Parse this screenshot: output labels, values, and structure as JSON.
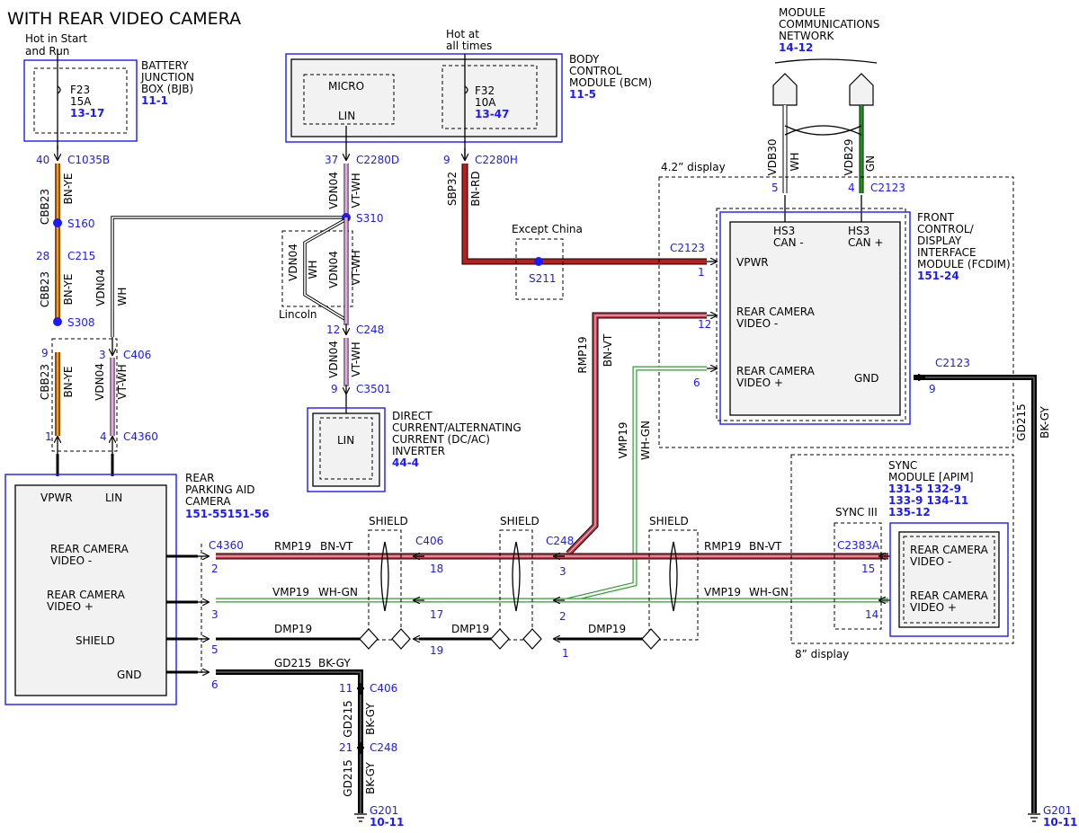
{
  "title": "WITH REAR VIDEO CAMERA",
  "bjb": {
    "supply": [
      "Hot in Start",
      "and Run"
    ],
    "fuse": "F23",
    "amp": "15A",
    "fuse_ref": "13-17",
    "label": [
      "BATTERY",
      "JUNCTION",
      "BOX (BJB)"
    ],
    "ref": "11-1"
  },
  "bcm": {
    "supply": [
      "Hot at",
      "all times"
    ],
    "micro": "MICRO",
    "lin": "LIN",
    "fuse": "F32",
    "amp": "10A",
    "fuse_ref": "13-47",
    "label": [
      "BODY",
      "CONTROL",
      "MODULE (BCM)"
    ],
    "ref": "11-5"
  },
  "network": {
    "label": [
      "MODULE",
      "COMMUNICATIONS",
      "NETWORK"
    ],
    "ref": "14-12"
  },
  "fcdim": {
    "display": "4.2” display",
    "label": [
      "FRONT",
      "CONTROL/",
      "DISPLAY",
      "INTERFACE",
      "MODULE (FCDIM)"
    ],
    "ref": "151-24",
    "can_minus": [
      "HS3",
      "CAN -"
    ],
    "can_plus": [
      "HS3",
      "CAN +"
    ],
    "vpwr": "VPWR",
    "video_minus": [
      "REAR CAMERA",
      "VIDEO -"
    ],
    "video_plus": [
      "REAR CAMERA",
      "VIDEO +"
    ],
    "gnd": "GND"
  },
  "inverter": {
    "lin": "LIN",
    "label": [
      "DIRECT",
      "CURRENT/ALTERNATING",
      "CURRENT (DC/AC)",
      "INVERTER"
    ],
    "ref": "44-4"
  },
  "camera": {
    "label": [
      "REAR",
      "PARKING AID",
      "CAMERA"
    ],
    "ref": "151-55151-56",
    "vpwr": "VPWR",
    "lin": "LIN",
    "video_minus": [
      "REAR CAMERA",
      "VIDEO -"
    ],
    "video_plus": [
      "REAR CAMERA",
      "VIDEO +"
    ],
    "shield": "SHIELD",
    "gnd": "GND"
  },
  "sync": {
    "label": [
      "SYNC",
      "MODULE [APIM]"
    ],
    "refs": [
      "131-5 132-9",
      "133-9 134-11",
      "135-12"
    ],
    "sub": "SYNC III",
    "display": "8” display",
    "video_minus": [
      "REAR CAMERA",
      "VIDEO -"
    ],
    "video_plus": [
      "REAR CAMERA",
      "VIDEO +"
    ]
  },
  "connectors": {
    "c1035b": "C1035B",
    "c215": "C215",
    "c406": "C406",
    "c4360": "C4360",
    "c2280d": "C2280D",
    "c2280h": "C2280H",
    "c248": "C248",
    "c3501": "C3501",
    "c2123": "C2123",
    "c2383a": "C2383A"
  },
  "pins": {
    "p40": "40",
    "p28": "28",
    "p9": "9",
    "p1": "1",
    "p3": "3",
    "p4": "4",
    "p37": "37",
    "p12": "12",
    "p5": "5",
    "p6": "6",
    "p2": "2",
    "p11": "11",
    "p15": "15",
    "p14": "14",
    "p17": "17",
    "p18": "18",
    "p19": "19",
    "p21": "21"
  },
  "splices": {
    "s160": "S160",
    "s308": "S308",
    "s310": "S310",
    "s211": "S211"
  },
  "wires": {
    "cbb23": "CBB23",
    "bn_ye": "BN-YE",
    "vdn04": "VDN04",
    "wh": "WH",
    "vt_wh": "VT-WH",
    "sbp32": "SBP32",
    "bn_rd": "BN-RD",
    "vdb30": "VDB30",
    "vdb29": "VDB29",
    "gn": "GN",
    "rmp19": "RMP19",
    "bn_vt": "BN-VT",
    "vmp19": "VMP19",
    "wh_gn": "WH-GN",
    "dmp19": "DMP19",
    "gd215": "GD215",
    "bk_gy": "BK-GY"
  },
  "notes": {
    "except_china": "Except China",
    "lincoln": "Lincoln",
    "shield": "SHIELD"
  },
  "grounds": {
    "g201": "G201",
    "ref": "10-11"
  },
  "chart_data": {
    "type": "diagram",
    "nodes": [
      "BJB",
      "BCM",
      "FCDIM",
      "DC/AC INVERTER",
      "REAR PARKING AID CAMERA",
      "SYNC MODULE [APIM]",
      "G201"
    ],
    "wire_colors": {
      "BN-YE": "#9c4a00",
      "BN-RD": "#b81f1f",
      "BN-VT": "#c0394a",
      "VT-WH": "#d98ad9",
      "WH-GN": "#2e9e2e",
      "GN": "#1f8f1f",
      "BK-GY": "#000000"
    }
  }
}
